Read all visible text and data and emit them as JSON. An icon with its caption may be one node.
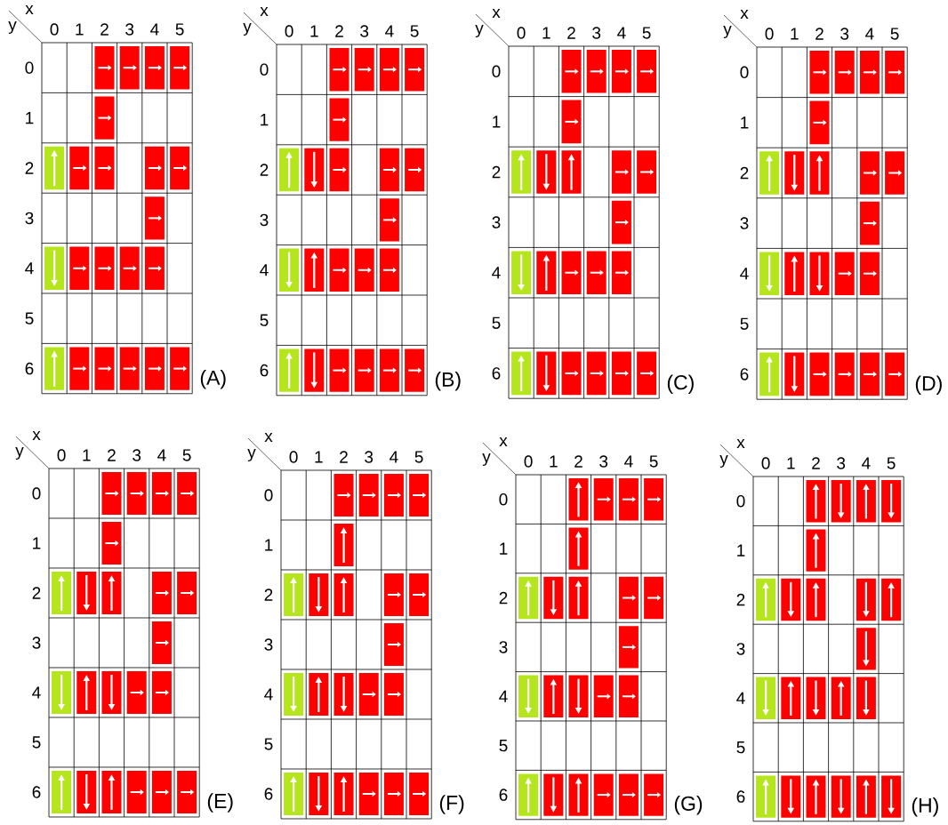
{
  "diagram": {
    "labels": [
      "x",
      "y",
      "0",
      "1",
      "2",
      "3",
      "4",
      "5",
      "0",
      "1",
      "2",
      "3",
      "4",
      "5",
      "6",
      "(A)",
      "x",
      "y",
      "0",
      "1",
      "2",
      "3",
      "4",
      "5",
      "0",
      "1",
      "2",
      "3",
      "4",
      "5",
      "6",
      "(B)",
      "x",
      "y",
      "0",
      "1",
      "2",
      "3",
      "4",
      "5",
      "0",
      "1",
      "2",
      "3",
      "4",
      "5",
      "6",
      "(C)",
      "x",
      "y",
      "0",
      "1",
      "2",
      "3",
      "4",
      "5",
      "0",
      "1",
      "2",
      "3",
      "4",
      "5",
      "6",
      "(D)",
      "x",
      "y",
      "0",
      "1",
      "2",
      "3",
      "4",
      "5",
      "0",
      "1",
      "2",
      "3",
      "4",
      "5",
      "6",
      "(E)",
      "x",
      "y",
      "0",
      "1",
      "2",
      "3",
      "4",
      "5",
      "0",
      "1",
      "2",
      "3",
      "4",
      "5",
      "6",
      "(F)",
      "x",
      "y",
      "0",
      "1",
      "2",
      "3",
      "4",
      "5",
      "0",
      "1",
      "2",
      "3",
      "4",
      "5",
      "6",
      "(G)",
      "x",
      "y",
      "0",
      "1",
      "2",
      "3",
      "4",
      "5",
      "0",
      "1",
      "2",
      "3",
      "4",
      "5",
      "6",
      "(H)"
    ]
  }
}
